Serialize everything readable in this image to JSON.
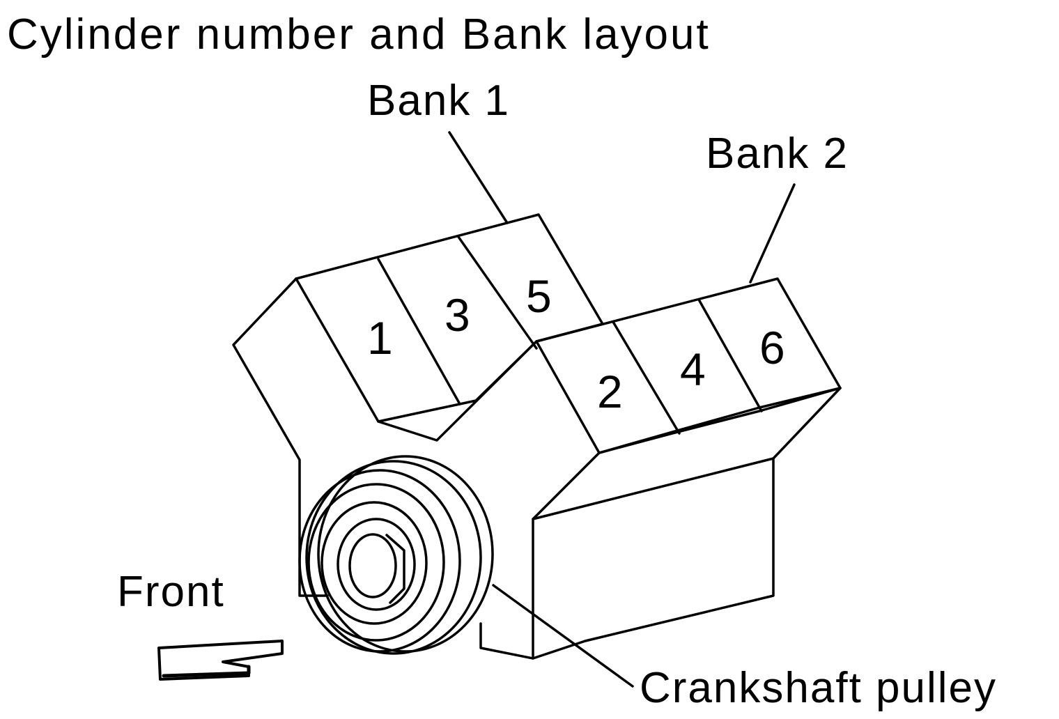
{
  "title": "Cylinder number and Bank layout",
  "labels": {
    "bank1": "Bank 1",
    "bank2": "Bank 2",
    "front": "Front",
    "crankshaft_pulley": "Crankshaft pulley"
  },
  "bank1_cylinders": [
    "1",
    "3",
    "5"
  ],
  "bank2_cylinders": [
    "2",
    "4",
    "6"
  ],
  "icons": {
    "front_arrow": "arrow-left-icon"
  }
}
